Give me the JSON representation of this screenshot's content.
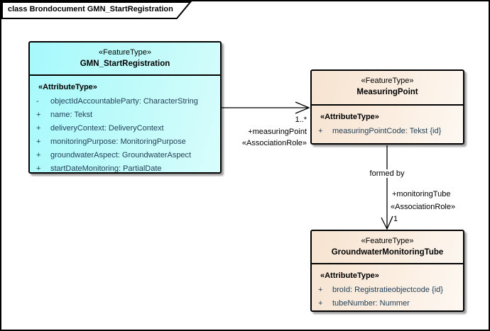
{
  "frame": {
    "title": "class Brondocument GMN_StartRegistration"
  },
  "classes": [
    {
      "stereotype": "«FeatureType»",
      "name": "GMN_StartRegistration",
      "attr_header": "«AttributeType»",
      "attributes": [
        {
          "vis": "-",
          "text": "objectIdAccountableParty: CharacterString"
        },
        {
          "vis": "+",
          "text": "name: Tekst"
        },
        {
          "vis": "+",
          "text": "deliveryContext: DeliveryContext"
        },
        {
          "vis": "+",
          "text": "monitoringPurpose: MonitoringPurpose"
        },
        {
          "vis": "+",
          "text": "groundwaterAspect: GroundwaterAspect"
        },
        {
          "vis": "+",
          "text": "startDateMonitoring: PartialDate"
        }
      ]
    },
    {
      "stereotype": "«FeatureType»",
      "name": "MeasuringPoint",
      "attr_header": "«AttributeType»",
      "attributes": [
        {
          "vis": "+",
          "text": "measuringPointCode: Tekst {id}"
        }
      ]
    },
    {
      "stereotype": "«FeatureType»",
      "name": "GroundwaterMonitoringTube",
      "attr_header": "«AttributeType»",
      "attributes": [
        {
          "vis": "+",
          "text": "broId: Registratieobjectcode {id}"
        },
        {
          "vis": "+",
          "text": "tubeNumber: Nummer"
        }
      ]
    }
  ],
  "connectors": [
    {
      "source": "GMN_StartRegistration",
      "target": "MeasuringPoint",
      "multiplicity": "1..*",
      "role": "+measuringPoint",
      "stereotype": "«AssociationRole»"
    },
    {
      "source": "MeasuringPoint",
      "target": "GroundwaterMonitoringTube",
      "name": "formed by",
      "role": "+monitoringTube",
      "stereotype": "«AssociationRole»",
      "multiplicity": "1"
    }
  ],
  "colors": {
    "gmn_fill": "#A6F9FC",
    "featuretype_fill": "#F7E3D0",
    "attribute_text": "#1E3D56",
    "border": "#000000",
    "background": "#FFFFFF"
  }
}
